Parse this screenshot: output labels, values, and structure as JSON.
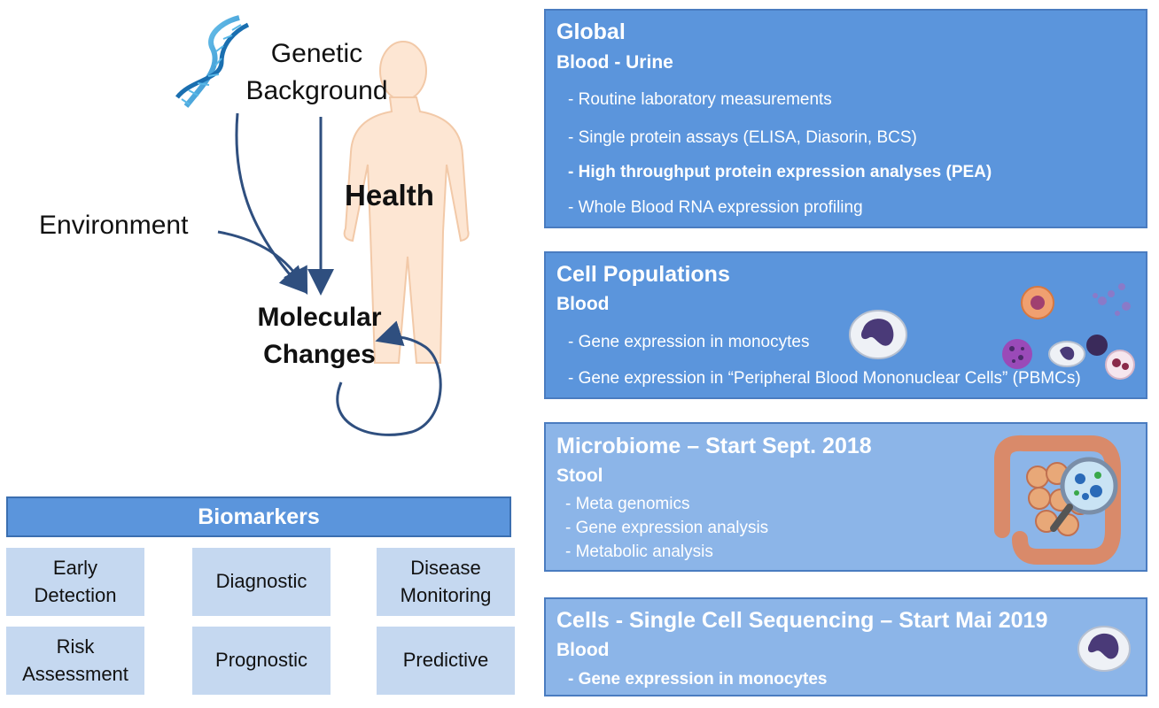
{
  "diagram": {
    "genetic_background": [
      "Genetic",
      "Background"
    ],
    "environment": "Environment",
    "health": "Health",
    "molecular_changes": [
      "Molecular",
      "Changes"
    ]
  },
  "biomarkers": {
    "title": "Biomarkers",
    "items": [
      [
        "Early",
        "Detection"
      ],
      [
        "Diagnostic"
      ],
      [
        "Disease",
        "Monitoring"
      ],
      [
        "Risk",
        "Assessment"
      ],
      [
        "Prognostic"
      ],
      [
        "Predictive"
      ]
    ]
  },
  "panels": [
    {
      "title": "Global",
      "subtitle": "Blood - Urine",
      "items": [
        "- Routine laboratory measurements",
        "- Single protein assays (ELISA, Diasorin, BCS)",
        "- High throughput protein expression analyses (PEA)",
        "- Whole Blood RNA expression profiling"
      ]
    },
    {
      "title": "Cell Populations",
      "subtitle": "Blood",
      "items": [
        "- Gene expression in monocytes",
        "- Gene expression in “Peripheral Blood Mononuclear Cells” (PBMCs)"
      ]
    },
    {
      "title": "Microbiome – Start Sept. 2018",
      "subtitle": "Stool",
      "items": [
        "- Meta genomics",
        "- Gene expression analysis",
        "- Metabolic analysis"
      ]
    },
    {
      "title": "Cells - Single Cell Sequencing – Start Mai 2019",
      "subtitle": "Blood",
      "items": [
        "- Gene expression in monocytes"
      ]
    }
  ],
  "colors": {
    "panel_dark": "#5b95dc",
    "panel_light": "#8cb5e8",
    "biomarker_box": "#c5d8f0",
    "arrow": "#2f4f7f"
  },
  "icons": [
    "dna-icon",
    "human-body-icon",
    "monocyte-cell-icon",
    "blood-cells-icon",
    "intestine-microbiome-icon"
  ]
}
